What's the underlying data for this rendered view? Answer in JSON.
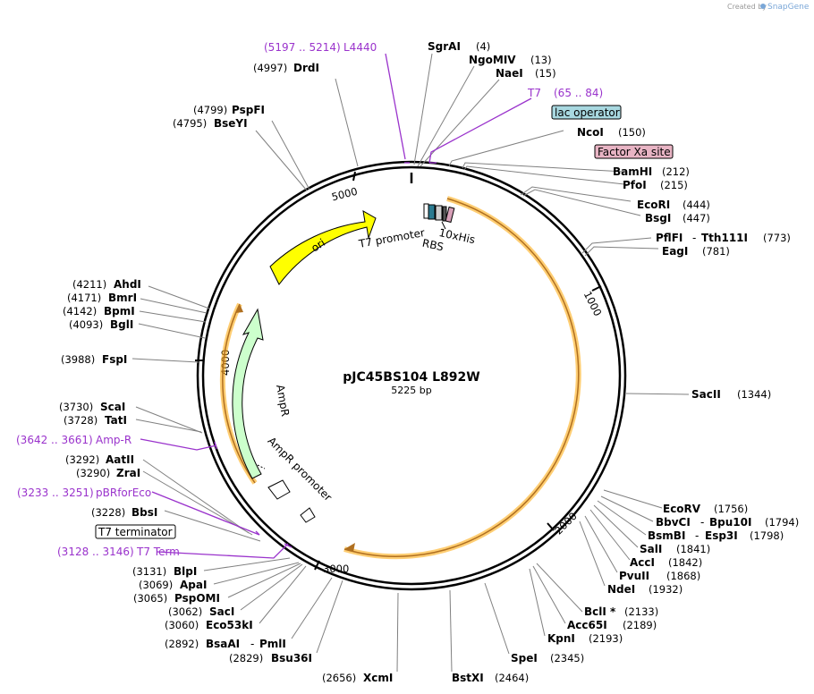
{
  "header": {
    "credit": "Created by",
    "brand": "SnapGene"
  },
  "plasmid": {
    "name": "pJC45BS104 L892W",
    "size": "5225 bp"
  },
  "ticks": [
    "1000",
    "2000",
    "3000",
    "4000",
    "5000"
  ],
  "features_inside": {
    "ori": "ori",
    "ampr": "AmpR",
    "ampr_promoter": "AmpR promoter",
    "t7_promoter": "T7 promoter",
    "rbs": "RBS",
    "his": "10xHis"
  },
  "labels": {
    "L4440_pos": "(5197 .. 5214)",
    "L4440": "L4440",
    "DrdI_pos": "(4997)",
    "DrdI": "DrdI",
    "PspFI_pos": "(4799)",
    "PspFI": "PspFI",
    "BseYI_pos": "(4795)",
    "BseYI": "BseYI",
    "SgrAI": "SgrAI",
    "SgrAI_pos": "(4)",
    "NgoMIV": "NgoMIV",
    "NgoMIV_pos": "(13)",
    "NaeI": "NaeI",
    "NaeI_pos": "(15)",
    "T7": "T7",
    "T7_pos": "(65 .. 84)",
    "lac": "lac operator",
    "NcoI": "NcoI",
    "NcoI_pos": "(150)",
    "FactorXa": "Factor Xa site",
    "BamHI": "BamHI",
    "BamHI_pos": "(212)",
    "PfoI": "PfoI",
    "PfoI_pos": "(215)",
    "EcoRI": "EcoRI",
    "EcoRI_pos": "(444)",
    "BsgI": "BsgI",
    "BsgI_pos": "(447)",
    "PflFI": "PflFI",
    "dash1": "-",
    "Tth111I": "Tth111I",
    "PflFI_pos": "(773)",
    "EagI": "EagI",
    "EagI_pos": "(781)",
    "SacII": "SacII",
    "SacII_pos": "(1344)",
    "EcoRV": "EcoRV",
    "EcoRV_pos": "(1756)",
    "BbvCI": "BbvCI",
    "dash2": "-",
    "Bpu10I": "Bpu10I",
    "BbvCI_pos": "(1794)",
    "BsmBI": "BsmBI",
    "dash3": "-",
    "Esp3I": "Esp3I",
    "BsmBI_pos": "(1798)",
    "SalI": "SalI",
    "SalI_pos": "(1841)",
    "AccI": "AccI",
    "AccI_pos": "(1842)",
    "PvuII": "PvuII",
    "PvuII_pos": "(1868)",
    "NdeI": "NdeI",
    "NdeI_pos": "(1932)",
    "BclI": "BclI *",
    "BclI_pos": "(2133)",
    "Acc65I": "Acc65I",
    "Acc65I_pos": "(2189)",
    "KpnI": "KpnI",
    "KpnI_pos": "(2193)",
    "SpeI": "SpeI",
    "SpeI_pos": "(2345)",
    "BstXI": "BstXI",
    "BstXI_pos": "(2464)",
    "XcmI_pos": "(2656)",
    "XcmI": "XcmI",
    "Bsu36I_pos": "(2829)",
    "Bsu36I": "Bsu36I",
    "BsaAI_pos": "(2892)",
    "BsaAI": "BsaAI",
    "dash4": "-",
    "PmlI": "PmlI",
    "Eco53kI_pos": "(3060)",
    "Eco53kI": "Eco53kI",
    "SacI_pos": "(3062)",
    "SacI": "SacI",
    "PspOMI_pos": "(3065)",
    "PspOMI": "PspOMI",
    "ApaI_pos": "(3069)",
    "ApaI": "ApaI",
    "BlpI_pos": "(3131)",
    "BlpI": "BlpI",
    "T7Term_pos": "(3128 .. 3146)",
    "T7Term": "T7 Term",
    "T7terminator": "T7 terminator",
    "BbsI_pos": "(3228)",
    "BbsI": "BbsI",
    "pBRforEco_pos": "(3233 .. 3251)",
    "pBRforEco": "pBRforEco",
    "ZraI_pos": "(3290)",
    "ZraI": "ZraI",
    "AatII_pos": "(3292)",
    "AatII": "AatII",
    "AmpR_primer_pos": "(3642 .. 3661)",
    "AmpR_primer": "Amp-R",
    "TatI_pos": "(3728)",
    "TatI": "TatI",
    "ScaI_pos": "(3730)",
    "ScaI": "ScaI",
    "FspI_pos": "(3988)",
    "FspI": "FspI",
    "BglI_pos": "(4093)",
    "BglI": "BglI",
    "BpmI_pos": "(4142)",
    "BpmI": "BpmI",
    "BmrI_pos": "(4171)",
    "BmrI": "BmrI",
    "AhdI_pos": "(4211)",
    "AhdI": "AhdI"
  },
  "colors": {
    "ori": "#ffff00",
    "ampr": "#ccffcc",
    "orange": "#ffa500",
    "purple": "#9a33cc",
    "lac_box": "#a8d8e0",
    "xa_box": "#e8b4c4"
  }
}
